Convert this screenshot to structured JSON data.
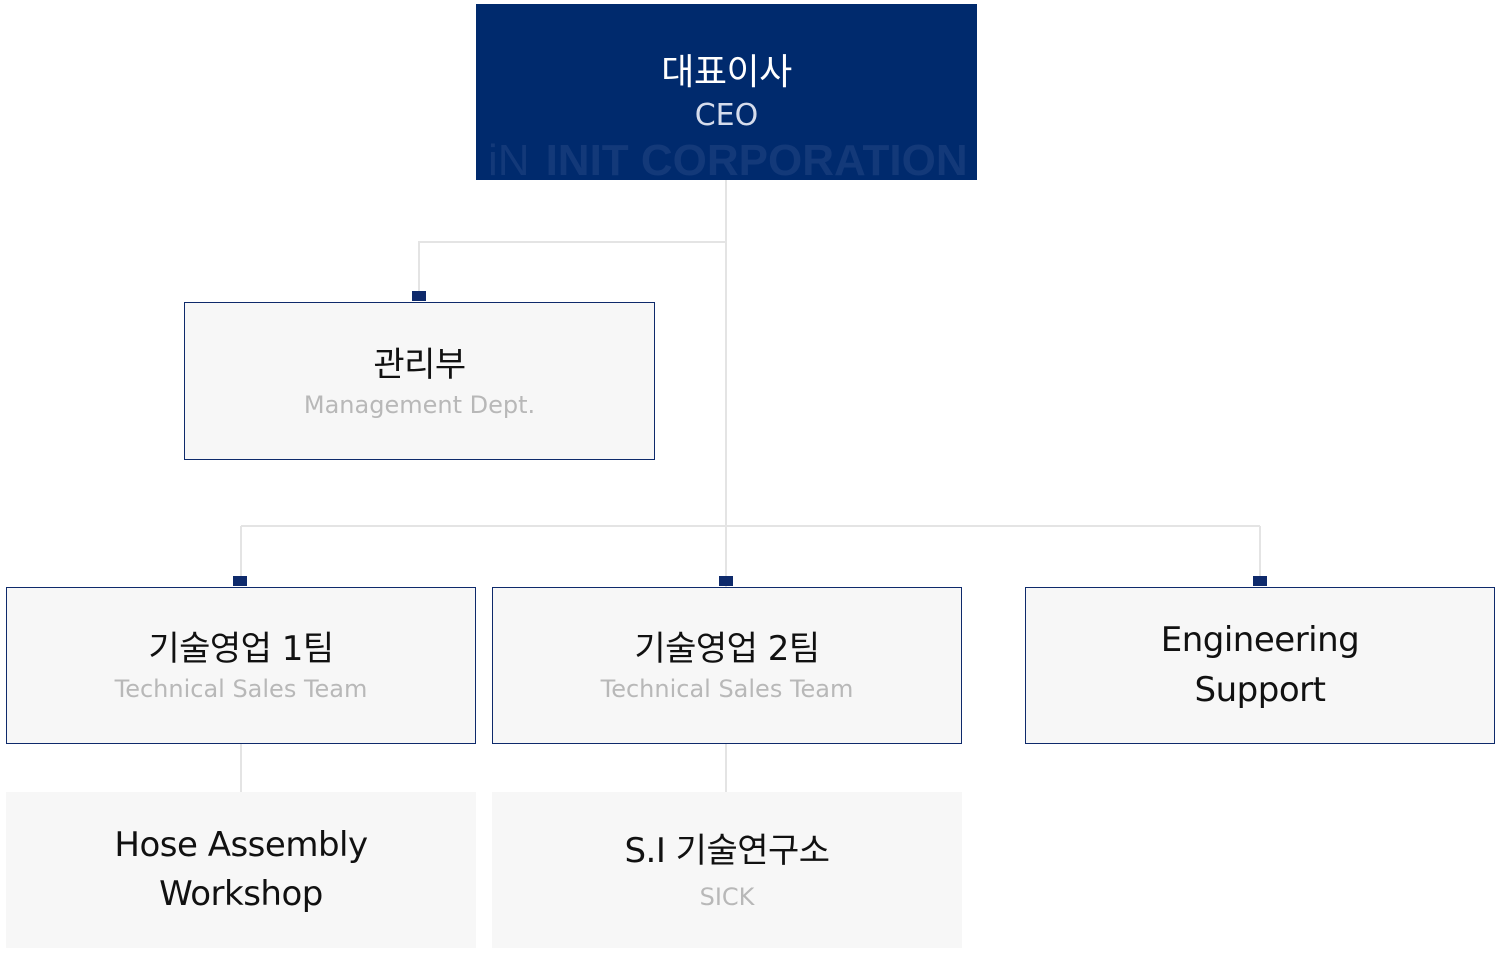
{
  "ceo": {
    "title": "대표이사",
    "subtitle": "CEO",
    "watermark_mark": "iN",
    "watermark_text": "INIT CORPORATION"
  },
  "management": {
    "title": "관리부",
    "subtitle": "Management Dept."
  },
  "sales1": {
    "title": "기술영업 1팀",
    "subtitle": "Technical Sales Team"
  },
  "sales2": {
    "title": "기술영업 2팀",
    "subtitle": "Technical Sales Team"
  },
  "engineering": {
    "line1": "Engineering",
    "line2": "Support"
  },
  "hose": {
    "line1": "Hose Assembly",
    "line2": "Workshop"
  },
  "si": {
    "title": "S.I 기술연구소",
    "subtitle": "SICK"
  },
  "colors": {
    "navy": "#002a6d",
    "border": "#0e2a6b",
    "box_bg": "#f7f7f7",
    "connector": "#e4e4e4",
    "subtitle": "#b8b8b8"
  }
}
